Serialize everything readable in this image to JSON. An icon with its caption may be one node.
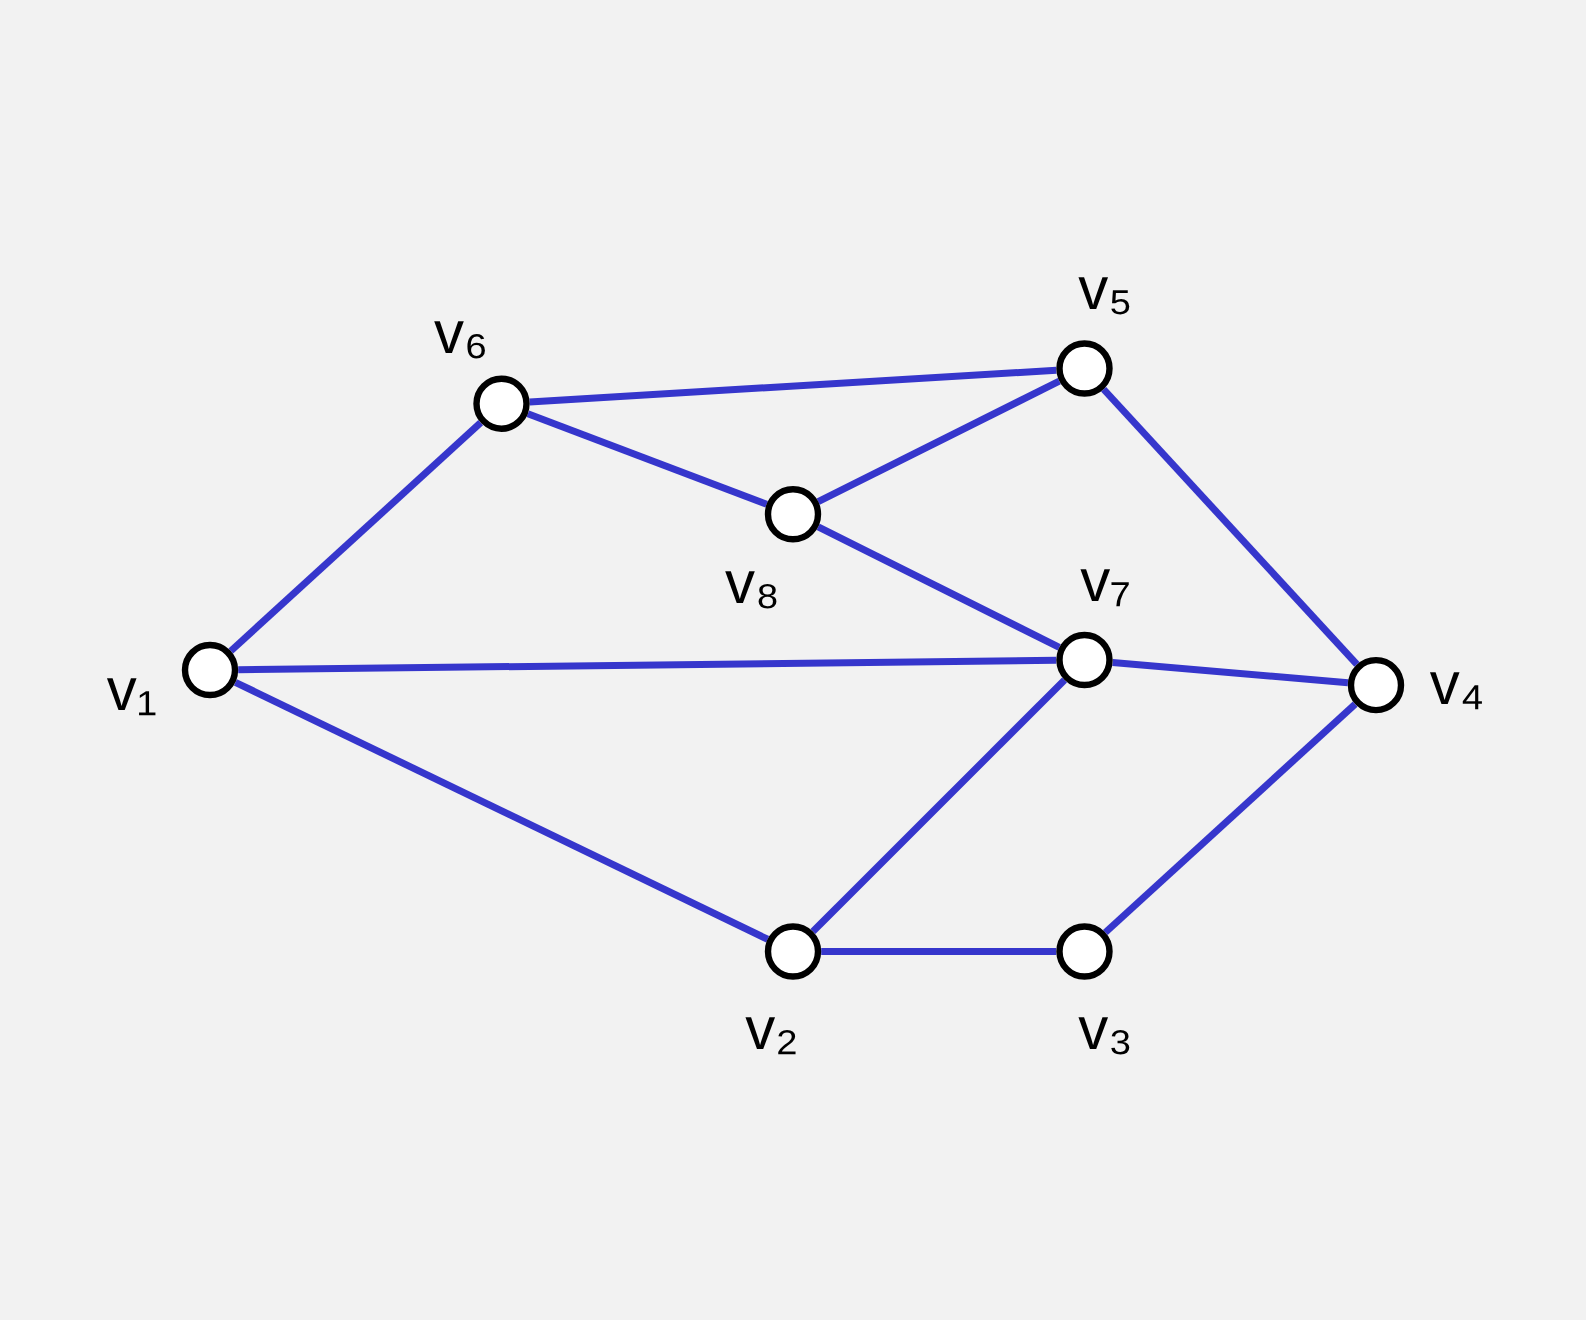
{
  "diagram": {
    "nodes": [
      {
        "text": [],
        "shape": "circle",
        "beside": [
          "v₁"
        ]
      },
      {
        "text": [],
        "shape": "circle",
        "beside": [
          "v₂"
        ]
      },
      {
        "text": [],
        "shape": "circle",
        "beside": [
          "v₃"
        ]
      },
      {
        "text": [],
        "shape": "circle",
        "beside": [
          "v₄"
        ]
      },
      {
        "text": [],
        "shape": "circle",
        "beside": [
          "v₅"
        ]
      },
      {
        "text": [],
        "shape": "circle",
        "beside": [
          "v₆"
        ]
      },
      {
        "text": [],
        "shape": "circle",
        "beside": [
          "v₇"
        ]
      },
      {
        "text": [],
        "shape": "circle",
        "beside": [
          "v₈"
        ]
      }
    ],
    "edges": [
      {
        "from": 0,
        "to": 5,
        "arrow": "none"
      },
      {
        "from": 0,
        "to": 6,
        "arrow": "none"
      },
      {
        "from": 0,
        "to": 1,
        "arrow": "none"
      },
      {
        "from": 5,
        "to": 4,
        "arrow": "none"
      },
      {
        "from": 5,
        "to": 7,
        "arrow": "none"
      },
      {
        "from": 7,
        "to": 4,
        "arrow": "none"
      },
      {
        "from": 7,
        "to": 6,
        "arrow": "none"
      },
      {
        "from": 6,
        "to": 3,
        "arrow": "none"
      },
      {
        "from": 1,
        "to": 6,
        "arrow": "none"
      },
      {
        "from": 1,
        "to": 2,
        "arrow": "none"
      },
      {
        "from": 4,
        "to": 3,
        "arrow": "none"
      },
      {
        "from": 2,
        "to": 3,
        "arrow": "none"
      }
    ]
  }
}
